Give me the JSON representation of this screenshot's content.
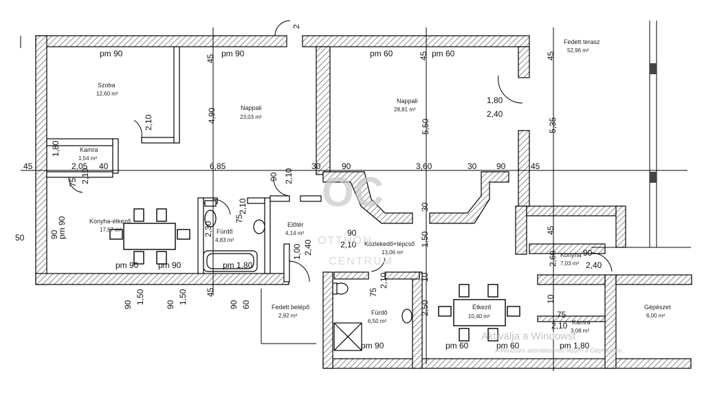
{
  "rooms": {
    "szoba": {
      "name": "Szoba",
      "area": "12,60 m²"
    },
    "nappali_left": {
      "name": "Nappali",
      "area": "23,03 m²"
    },
    "nappali_right": {
      "name": "Nappali",
      "area": "28,81 m²"
    },
    "fedett_terasz": {
      "name": "Fedett terasz",
      "area": "52,96 m²"
    },
    "kamra_left": {
      "name": "Kamra",
      "area": "1,54 m²"
    },
    "konyha_etkezo": {
      "name": "Konyha-étkező",
      "area": "17,67 m²"
    },
    "furdo_left": {
      "name": "Fürdő",
      "area": "4,83 m²"
    },
    "eloter": {
      "name": "Előtér",
      "area": "4,14 m²"
    },
    "kozlekedo": {
      "name": "Közlekedő+lépcső",
      "area": "13,06 m²"
    },
    "konyha_right": {
      "name": "Konyha",
      "area": "7,03 m²"
    },
    "fedett_belepo": {
      "name": "Fedett belépő",
      "area": "2,92 m²"
    },
    "furdo_right": {
      "name": "Fürdő",
      "area": "6,50 m²"
    },
    "etkezo": {
      "name": "Étkező",
      "area": "10,40 m²"
    },
    "gepeszet": {
      "name": "Gépészet",
      "area": "6,00 m²"
    },
    "kamra_right": {
      "name": "Kamra",
      "area": "3,08 m²"
    }
  },
  "dims": {
    "pm90": "pm 90",
    "pm60": "pm 60",
    "pm180": "pm 1,80",
    "d45": "45",
    "d40": "40",
    "d30": "30",
    "d90": "90",
    "d75": "75",
    "d50": "50",
    "d60": "60",
    "d10": "10",
    "d205": "2,05",
    "d210": "2,10",
    "d180": "1,80",
    "d685": "6,85",
    "d360": "3,60",
    "d490": "4,90",
    "d550": "5,50",
    "d535": "5,35",
    "d240": "2,40",
    "d230": "2,30",
    "d150": "1,50",
    "d100": "1,00",
    "d260": "2,60",
    "d250": "2,50",
    "d2": "2"
  },
  "watermark": {
    "logo": "OC",
    "line1": "OTTHON",
    "line2": "CENTRUM"
  },
  "windows_notice": {
    "title": "Aktiválja a Windowst",
    "subtitle": "A Windows aktiválásához lépjen a Gépházban."
  },
  "colors": {
    "wall": "#000000",
    "hatch": "#555555",
    "watermark": "#c8c8c8"
  }
}
